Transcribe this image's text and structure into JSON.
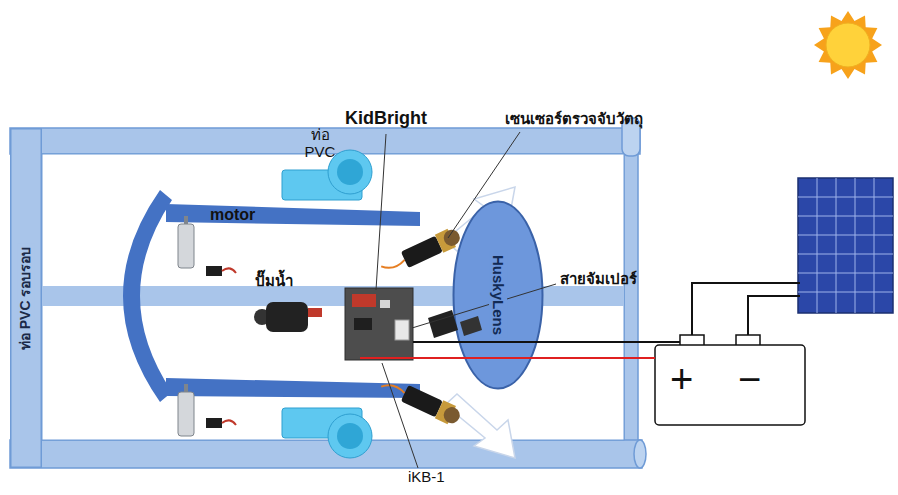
{
  "diagram": {
    "nodes": [
      {
        "text": [
          "ท่อ PVC รอบรอบ"
        ]
      },
      {
        "text": [
          "HuskyLens"
        ]
      }
    ],
    "labels": [
      "KidBright",
      "เซนเซอร์ตรวจจับวัตถุ",
      "ท่อ PVC",
      "motor",
      "ปั๊มน้ำ",
      "สายจัมเปอร์",
      "iKB-1",
      "+",
      "−"
    ]
  }
}
